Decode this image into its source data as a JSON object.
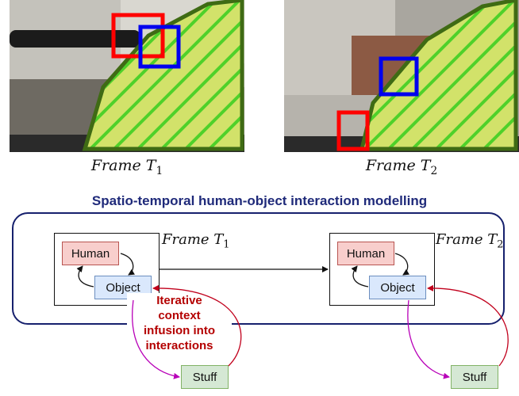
{
  "frames": [
    {
      "caption_var": "Frame T",
      "caption_sub": "1"
    },
    {
      "caption_var": "Frame T",
      "caption_sub": "2"
    }
  ],
  "diagram": {
    "title": "Spatio-temporal human-object interaction modelling",
    "frame1": {
      "label_var": "Frame T",
      "label_sub": "1",
      "human": "Human",
      "object": "Object",
      "stuff": "Stuff"
    },
    "frame2": {
      "label_var": "Frame T",
      "label_sub": "2",
      "human": "Human",
      "object": "Object",
      "stuff": "Stuff"
    },
    "fusion_lines": [
      "Iterative",
      "context",
      "infusion into",
      "interactions"
    ]
  },
  "colors": {
    "human_box": "#f8cecc",
    "object_box": "#dae8fc",
    "stuff_box": "#d5e8d4",
    "main_border": "#16206d",
    "fusion_text": "#b40000",
    "stuff_to_object_arrow": "#c1001c",
    "object_to_stuff_arrow": "#b800b8",
    "human_bbox": "#ff0000",
    "object_bbox": "#0000ee",
    "stuff_region": "#3f6b14"
  }
}
